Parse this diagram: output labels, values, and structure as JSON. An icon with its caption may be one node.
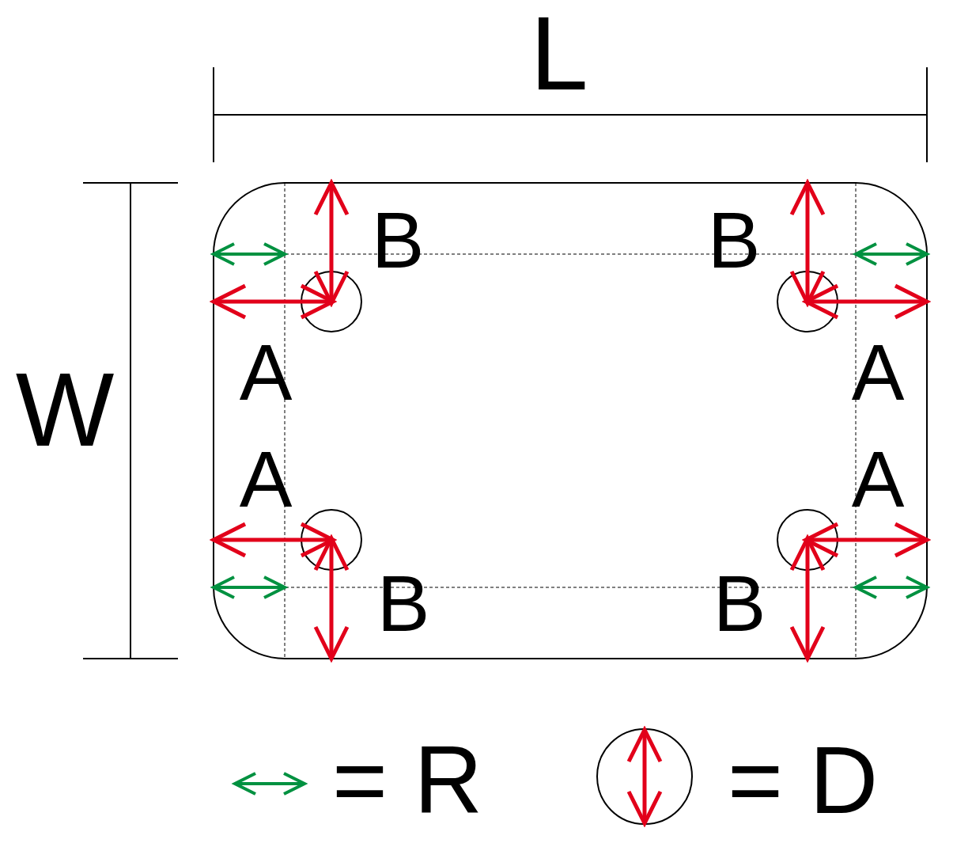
{
  "diagram": {
    "labels": [
      "L",
      "W",
      "B",
      "B",
      "A",
      "A",
      "A",
      "A",
      "B",
      "B"
    ],
    "legend": [
      {
        "text": "= R"
      },
      {
        "text": "= D"
      }
    ]
  }
}
